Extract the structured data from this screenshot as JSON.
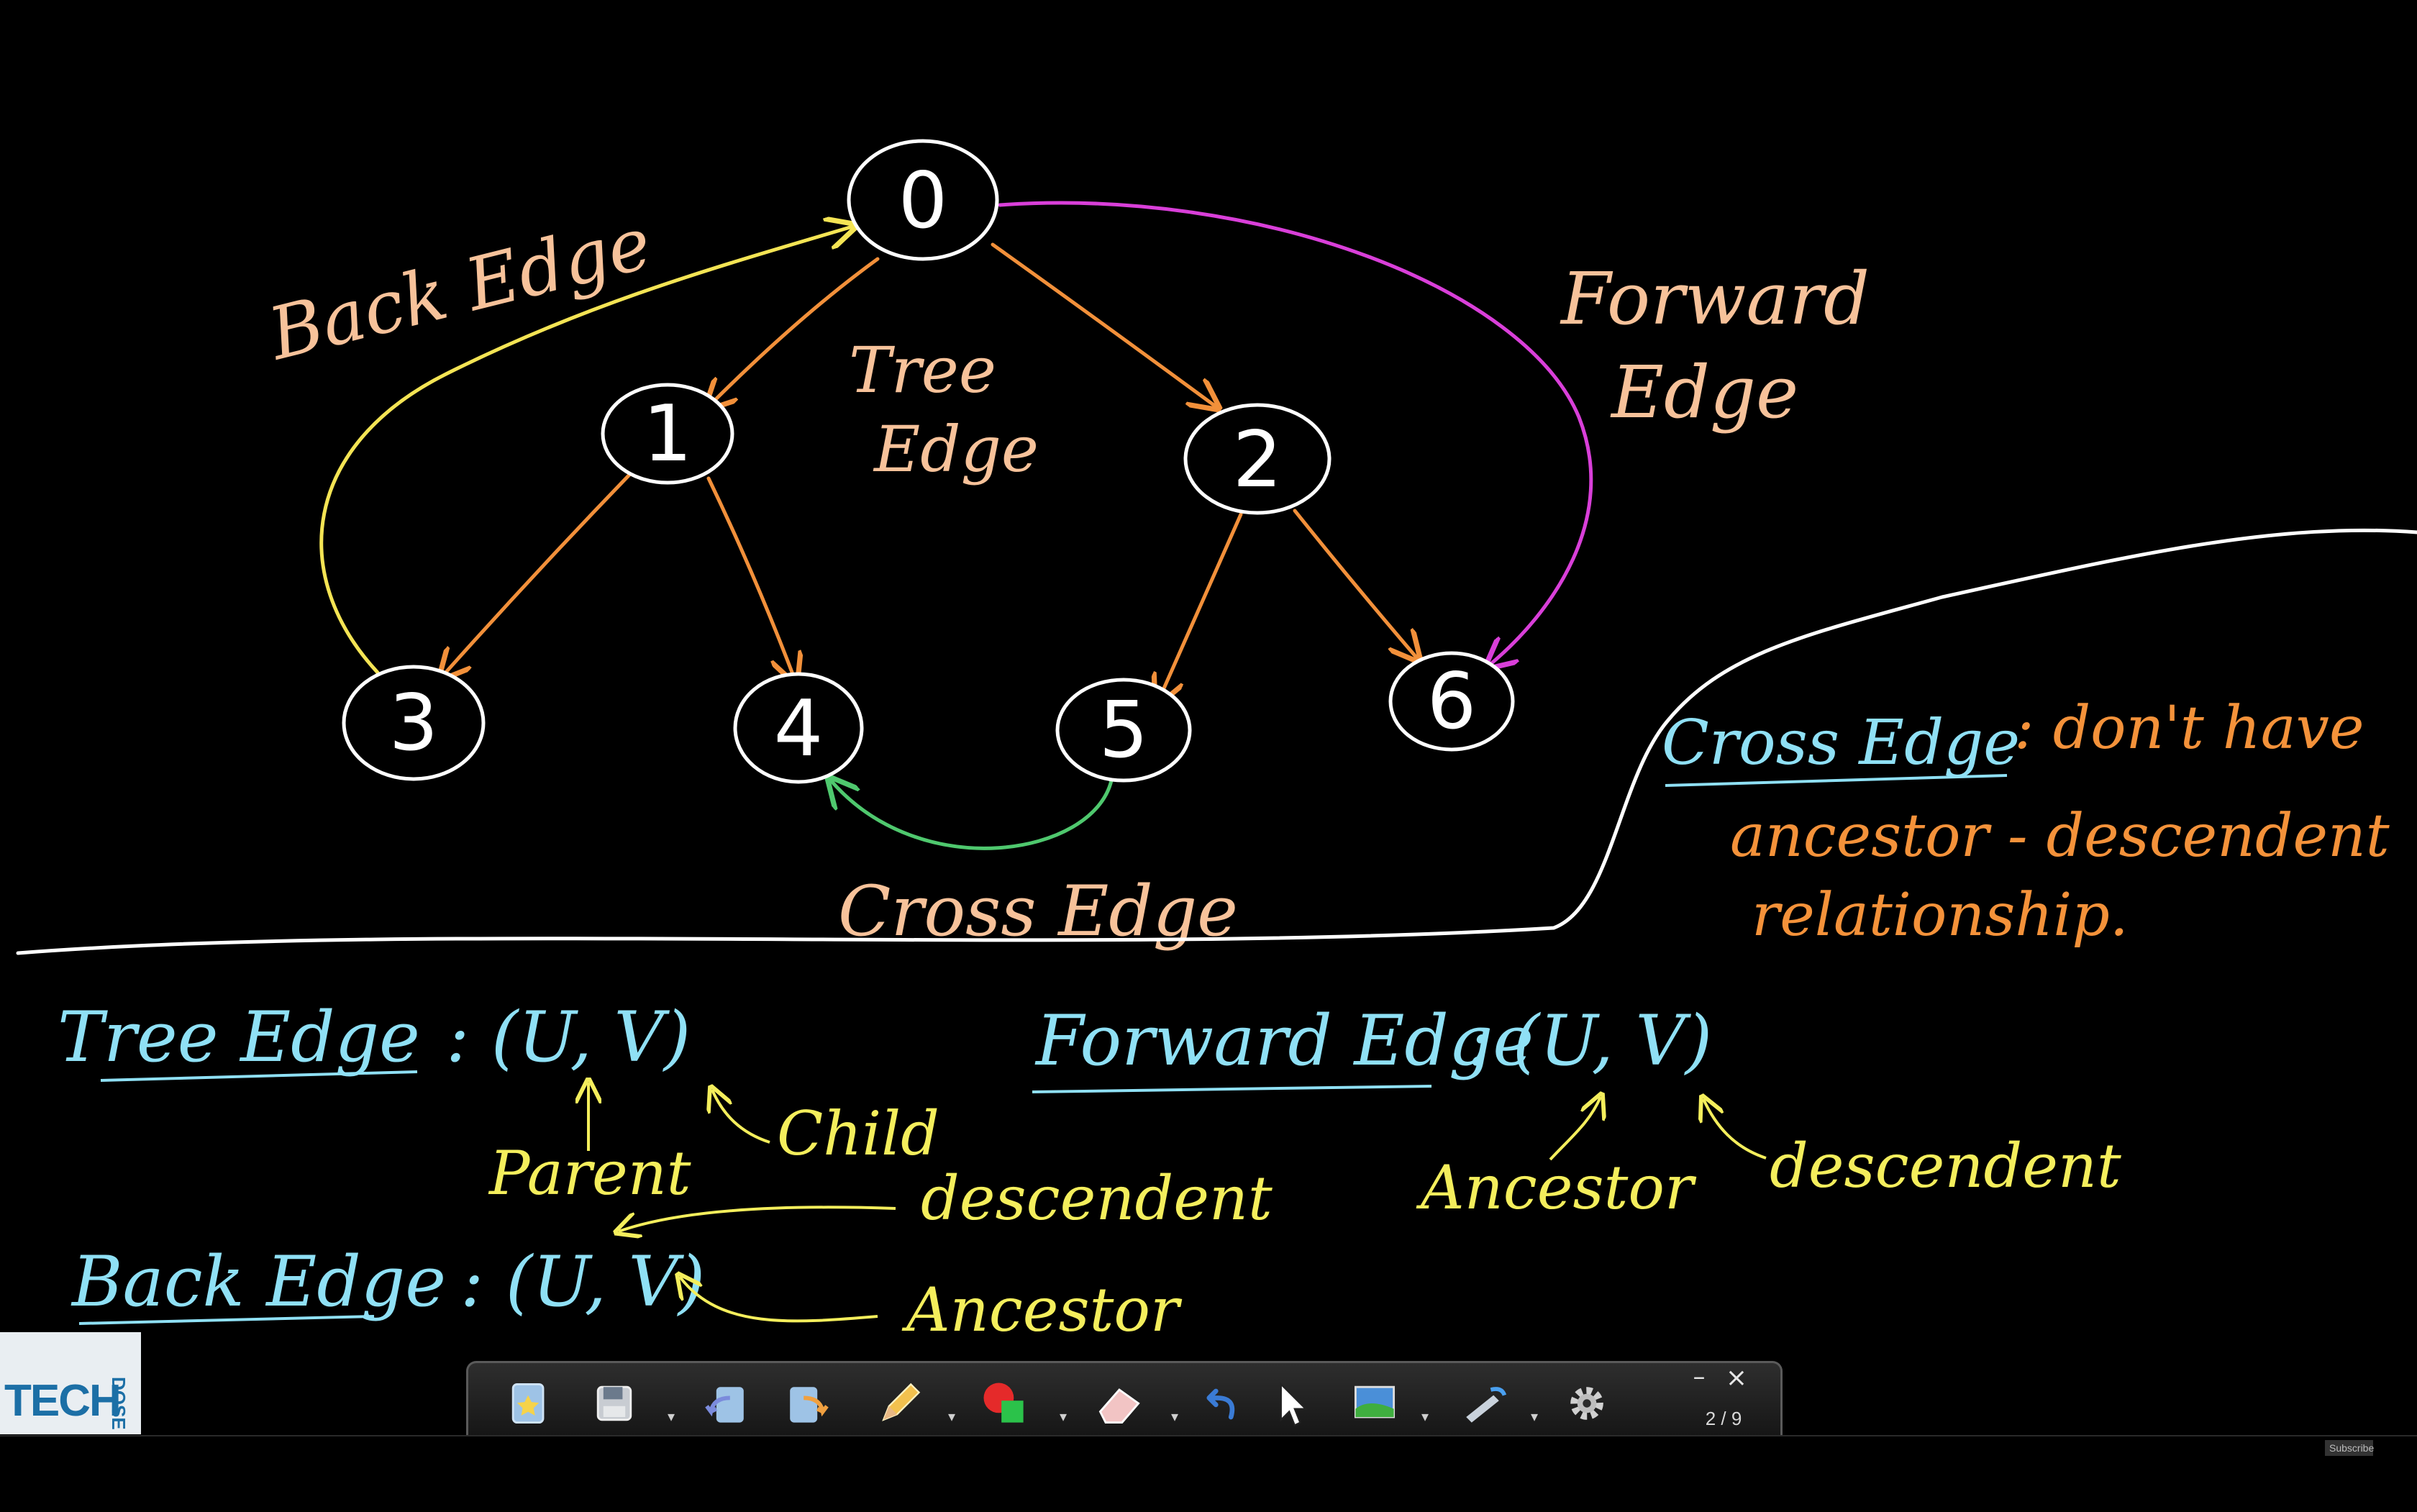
{
  "diagram": {
    "nodes": [
      "0",
      "1",
      "2",
      "3",
      "4",
      "5",
      "6"
    ],
    "labels": {
      "back_edge": "Back Edge",
      "tree_edge_line1": "Tree",
      "tree_edge_line2": "Edge",
      "forward_edge_line1": "Forward",
      "forward_edge_line2": "Edge",
      "cross_edge": "Cross Edge"
    },
    "cross_edge_note": {
      "title": "Cross Edge",
      "line1": ": don't have",
      "line2": "ancestor - descendent",
      "line3": "relationship."
    }
  },
  "notes": {
    "tree_edge": {
      "label": "Tree Edge",
      "pair": ": (U, V)",
      "u_role": "Parent",
      "v_role": "Child"
    },
    "forward_edge": {
      "label": "Forward Edge",
      "pair": ": (U, V)",
      "u_role": "Ancestor",
      "v_role": "descendent"
    },
    "back_edge": {
      "label": "Back Edge",
      "pair": ": (U, V)",
      "u_role": "descendent",
      "v_role": "Ancestor"
    }
  },
  "colors": {
    "node": "#ffffff",
    "tree_edge": "#f2903a",
    "back_edge": "#f4e454",
    "forward_edge": "#d93fd9",
    "cross_edge": "#4fc86e",
    "label_peach": "#f7c29a",
    "note_cyan": "#8fe0f5",
    "note_yellow": "#f4ee5c",
    "note_orange": "#f4923a",
    "divider": "#ffffff"
  },
  "toolbar": {
    "items": [
      {
        "name": "new-page-icon"
      },
      {
        "name": "save-icon"
      },
      {
        "name": "undo-page-icon"
      },
      {
        "name": "redo-page-icon"
      },
      {
        "name": "pen-icon"
      },
      {
        "name": "shape-icon"
      },
      {
        "name": "eraser-icon"
      },
      {
        "name": "undo-icon"
      },
      {
        "name": "pointer-icon"
      },
      {
        "name": "background-icon"
      },
      {
        "name": "laser-pointer-icon"
      },
      {
        "name": "settings-icon"
      }
    ],
    "page_indicator": "2 / 9",
    "minimize": "–",
    "close": "×"
  },
  "logo": {
    "text": "TECH",
    "subtext": "DOSE"
  },
  "youtube": {
    "subscribe": "Subscribe"
  }
}
